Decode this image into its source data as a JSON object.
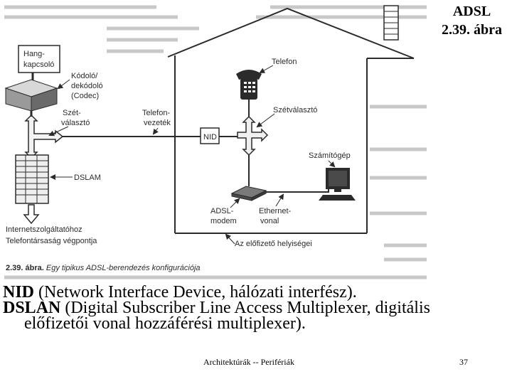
{
  "slide": {
    "title_line1": "ADSL",
    "title_line2": "2.39. ábra"
  },
  "diagram": {
    "labels": {
      "hangkapcsolo_1": "Hang-",
      "hangkapcsolo_2": "kapcsoló",
      "codec_1": "Kódoló/",
      "codec_2": "dekódoló",
      "codec_3": "(Codec)",
      "szet_left_1": "Szét-",
      "szet_left_2": "választó",
      "telefonvezetek_1": "Telefon-",
      "telefonvezetek_2": "vezeték",
      "dslam": "DSLAM",
      "isp_1": "Internetszolgáltatóhoz",
      "isp_2": "Telefontársaság végpontja",
      "telefon": "Telefon",
      "szetvalaszto": "Szétválasztó",
      "nid": "NID",
      "szamitogep": "Számítógép",
      "adsl_modem_1": "ADSL-",
      "adsl_modem_2": "modem",
      "ethernet_1": "Ethernet-",
      "ethernet_2": "vonal",
      "premises": "Az előfizető helyiségei"
    },
    "caption_number": "2.39. ábra.",
    "caption_text": " Egy tipikus ADSL-berendezés konfigurációja",
    "colors": {
      "ink": "#2b2b2b",
      "scan_text": "#8a8a8a"
    }
  },
  "body": {
    "nid_term": "NID",
    "nid_desc": " (Network Interface Device, hálózati interfész).",
    "dslan_term": "DSLAN",
    "dslan_desc_line1": " (Digital Subscriber Line Access Multiplexer, digitális",
    "dslan_desc_line2": "előfizetői vonal hozzáférési multiplexer)."
  },
  "footer": {
    "course": "Architektúrák -- Perifériák",
    "page_number": "37"
  }
}
